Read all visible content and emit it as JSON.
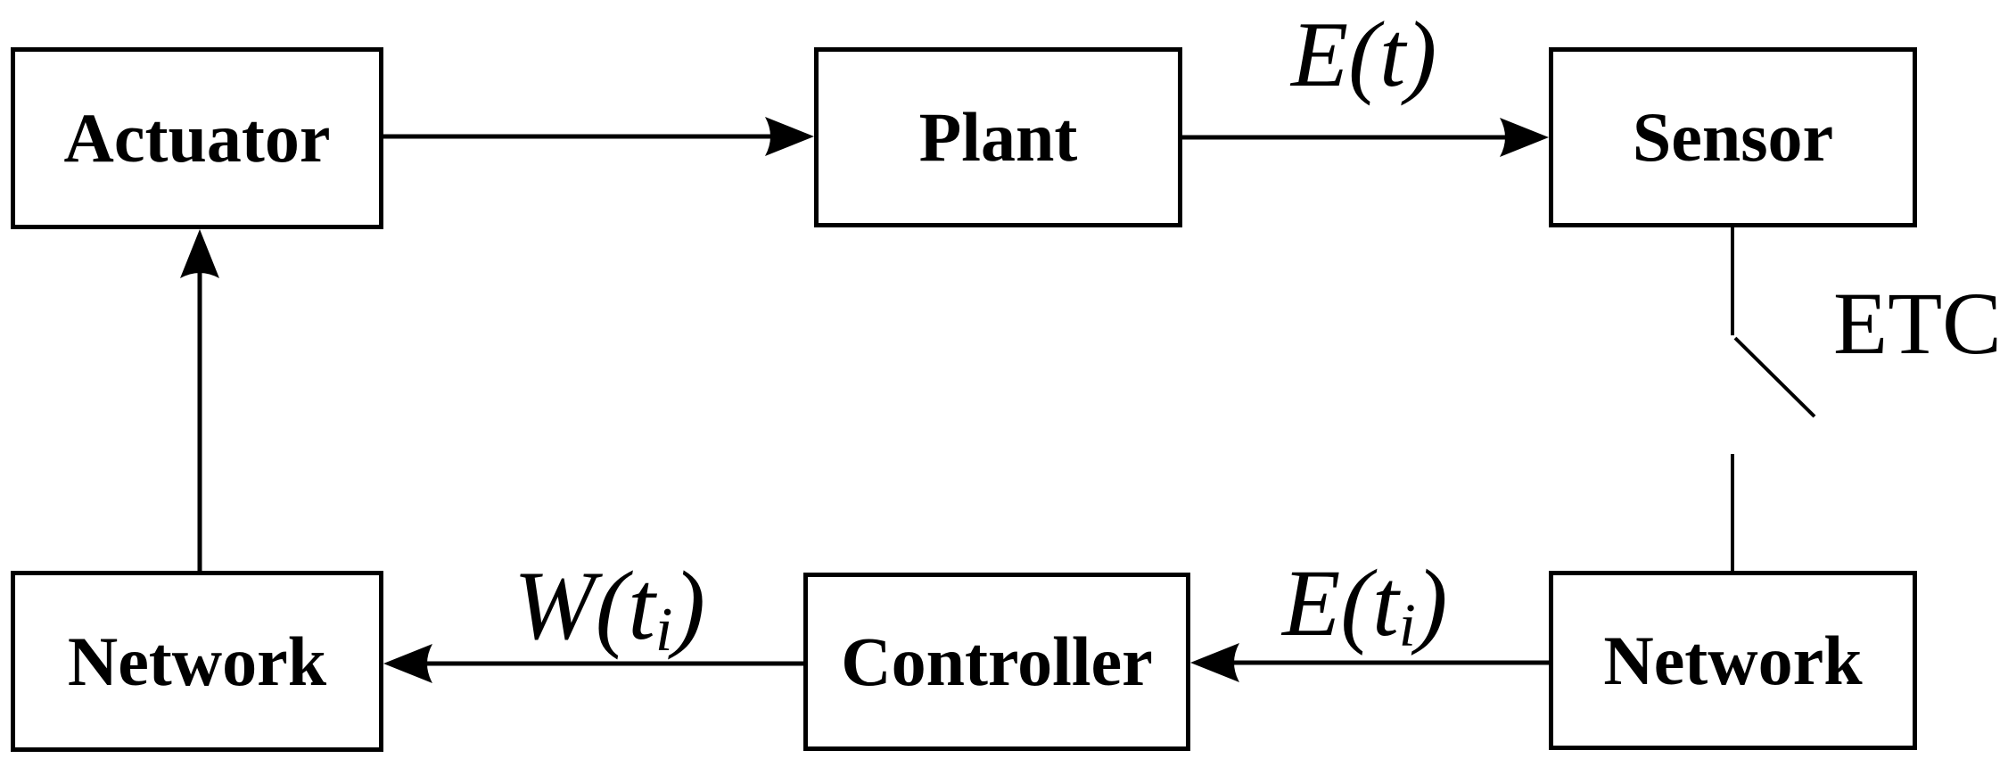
{
  "diagram": {
    "background_color": "#ffffff",
    "line_color": "#000000",
    "boxes": {
      "actuator": {
        "label": "Actuator"
      },
      "plant": {
        "label": "Plant"
      },
      "sensor": {
        "label": "Sensor"
      },
      "network_left": {
        "label": "Network"
      },
      "controller": {
        "label": "Controller"
      },
      "network_right": {
        "label": "Network"
      }
    },
    "labels": {
      "e_t": {
        "main": "E(t",
        "sub": "",
        "close": ")"
      },
      "e_ti": {
        "main": "E(t",
        "sub": "i",
        "close": ")"
      },
      "w_ti": {
        "main": "W(t",
        "sub": "i",
        "close": ")"
      },
      "etc": {
        "text": "ETC"
      }
    },
    "edges": [
      {
        "from": "actuator",
        "to": "plant",
        "signal": ""
      },
      {
        "from": "plant",
        "to": "sensor",
        "signal": "E(t)"
      },
      {
        "from": "sensor",
        "to": "network_right",
        "signal": "ETC",
        "type": "event-triggered switch (open)"
      },
      {
        "from": "network_right",
        "to": "controller",
        "signal": "E(t_i)"
      },
      {
        "from": "controller",
        "to": "network_left",
        "signal": "W(t_i)"
      },
      {
        "from": "network_left",
        "to": "actuator",
        "signal": ""
      }
    ]
  }
}
